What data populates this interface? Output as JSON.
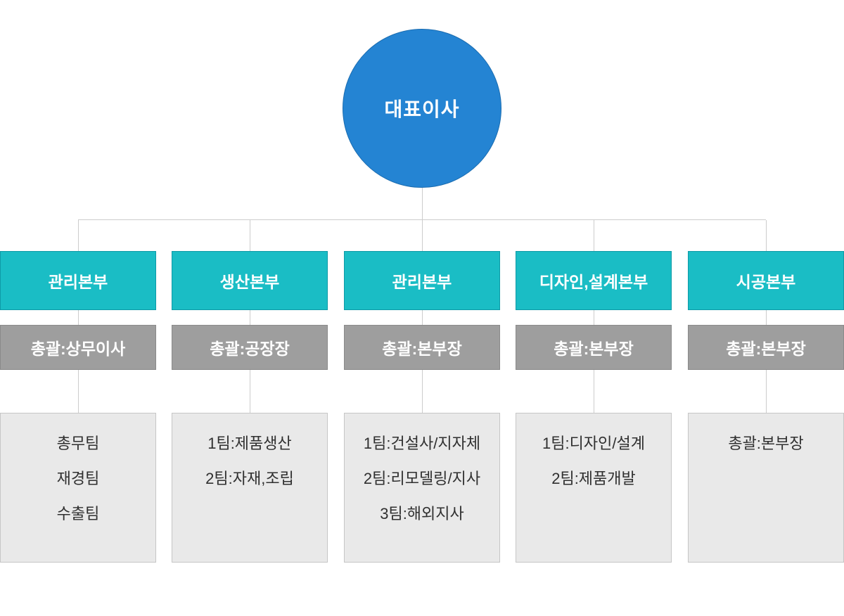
{
  "chart_title": "organization-chart",
  "root": {
    "label": "대표이사"
  },
  "branches": [
    {
      "dept": "관리본부",
      "head": "총괄:상무이사",
      "teams": [
        "총무팀",
        "재경팀",
        "수출팀"
      ]
    },
    {
      "dept": "생산본부",
      "head": "총괄:공장장",
      "teams": [
        "1팀:제품생산",
        "2팀:자재,조립"
      ]
    },
    {
      "dept": "관리본부",
      "head": "총괄:본부장",
      "teams": [
        "1팀:건설사/지자체",
        "2팀:리모델링/지사",
        "3팀:해외지사"
      ]
    },
    {
      "dept": "디자인,설계본부",
      "head": "총괄:본부장",
      "teams": [
        "1팀:디자인/설계",
        "2팀:제품개발"
      ]
    },
    {
      "dept": "시공본부",
      "head": "총괄:본부장",
      "teams": [
        "총괄:본부장"
      ]
    }
  ],
  "colors": {
    "blue": "#2484d3",
    "blue-border": "#1a6cb0",
    "teal": "#1abdc5",
    "teal-border": "#0e9aa7",
    "gray": "#9e9e9e",
    "gray-border": "#8a8a8a",
    "panel": "#e9e9e9",
    "panel-border": "#c6c6c6",
    "line": "#cccccc"
  }
}
